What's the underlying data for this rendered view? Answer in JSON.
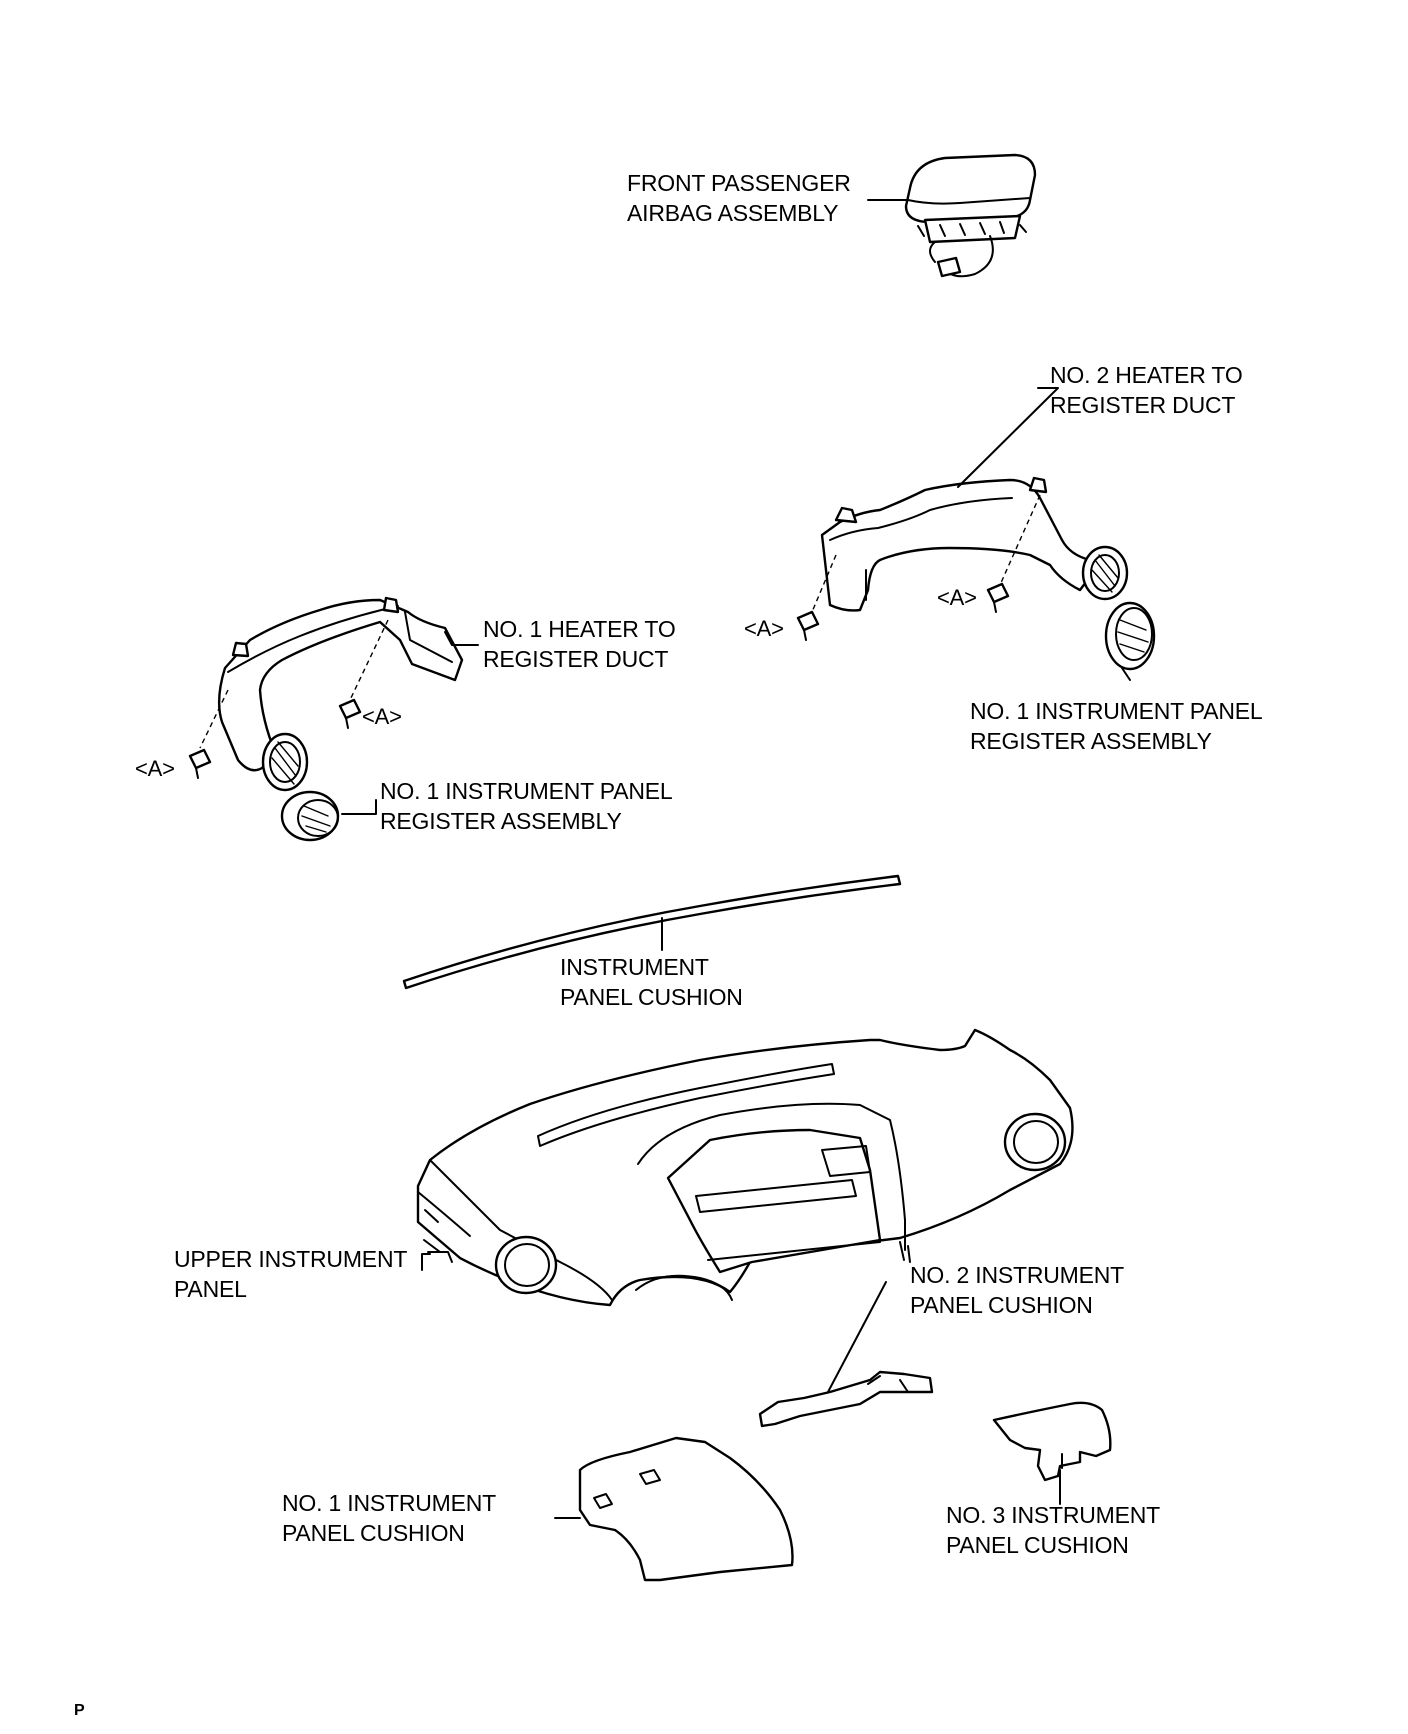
{
  "labels": {
    "airbag": [
      "FRONT PASSENGER",
      "AIRBAG ASSEMBLY"
    ],
    "duct2": [
      "NO. 2 HEATER TO",
      "REGISTER DUCT"
    ],
    "duct1": [
      "NO. 1 HEATER TO",
      "REGISTER DUCT"
    ],
    "register_right": [
      "NO. 1 INSTRUMENT PANEL",
      "REGISTER ASSEMBLY"
    ],
    "register_left": [
      "NO. 1 INSTRUMENT PANEL",
      "REGISTER ASSEMBLY"
    ],
    "panel_cushion": [
      "INSTRUMENT",
      "PANEL CUSHION"
    ],
    "upper_panel": [
      "UPPER INSTRUMENT",
      "PANEL"
    ],
    "cushion2": [
      "NO. 2 INSTRUMENT",
      "PANEL CUSHION"
    ],
    "cushion1": [
      "NO. 1 INSTRUMENT",
      "PANEL CUSHION"
    ],
    "cushion3": [
      "NO. 3 INSTRUMENT",
      "PANEL CUSHION"
    ],
    "screw_mark": "<A>",
    "corner_mark": "P"
  }
}
